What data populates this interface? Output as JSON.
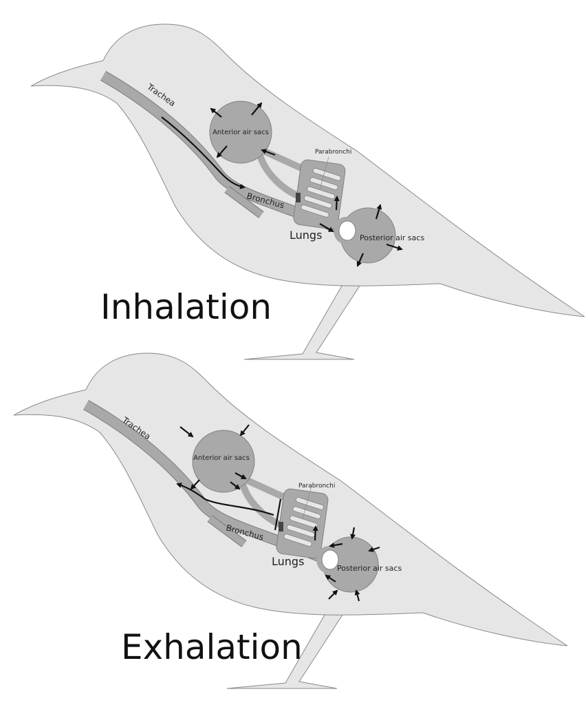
{
  "diagrams": [
    {
      "title": "Inhalation",
      "labels": {
        "trachea": "Trachea",
        "anterior": "Anterior air sacs",
        "parabronchi": "Parabronchi",
        "bronchus": "Bronchus",
        "lungs": "Lungs",
        "posterior": "Posterior air sacs"
      }
    },
    {
      "title": "Exhalation",
      "labels": {
        "trachea": "Trachea",
        "anterior": "Anterior air sacs",
        "parabronchi": "Parabronchi",
        "bronchus": "Bronchus",
        "lungs": "Lungs",
        "posterior": "Posterior air sacs"
      }
    }
  ],
  "colors": {
    "body": "#e6e6e6",
    "organ": "#a9a9a9",
    "outline": "#808080"
  }
}
